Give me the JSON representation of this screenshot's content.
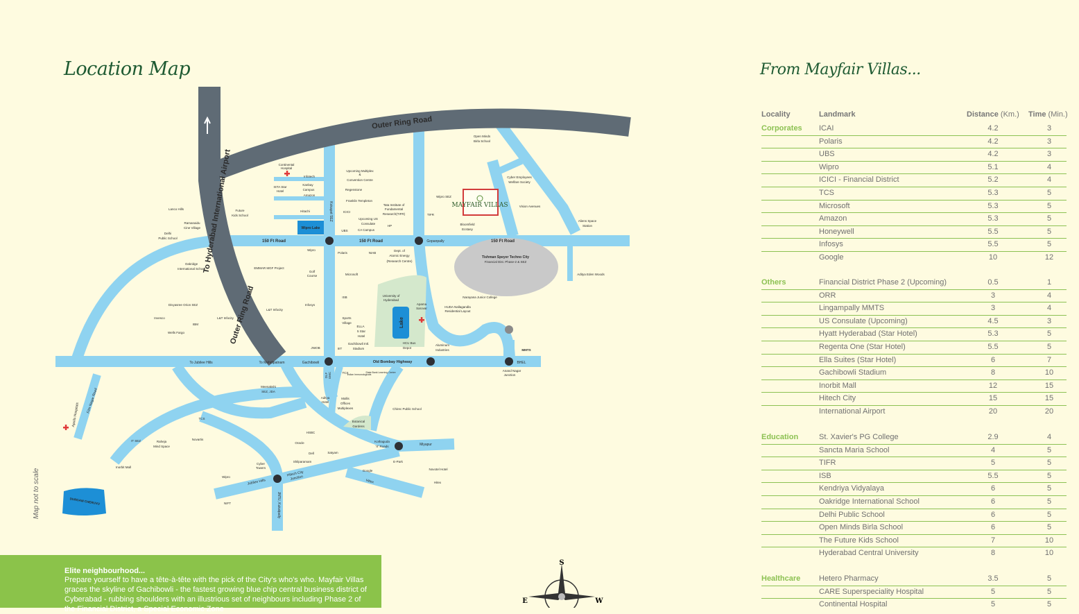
{
  "header": {
    "location_title": "Location Map",
    "distance_title": "From Mayfair Villas..."
  },
  "map": {
    "scale_note": "Map not to scale",
    "project_logo": "MAYFAIR VILLAS",
    "colors": {
      "road": "#8fd3f0",
      "ring_road": "#5f6b75",
      "junction": "#2d3035",
      "lake": "#1d8fd6",
      "hospital": "#e03a3a",
      "project_border": "#d23b3b"
    },
    "labels": [
      "Outer Ring Road",
      "To Hyderabad International Airport",
      "Outer Ring Road",
      "150 Ft Road",
      "150 Ft Road",
      "150 Ft Road",
      "Gopanpally",
      "Kokapet SEZ",
      "Old Bombay Highway",
      "To Jubilee Hills",
      "To Mehdipatnam",
      "Gachibowli",
      "BHEL",
      "Anand Nagar",
      "Junction",
      "Film Nagar Road",
      "Apollo Hospitals",
      "Jubilee Hills",
      "Hitech City",
      "Junction",
      "JNTU, Kukatpally",
      "Hitex",
      "Miyapur",
      "Kothaguda",
      "'X' Roads",
      "DURGAM CHERUVU",
      "Wipro Lake",
      "Lake",
      "Continental",
      "Hospital",
      "Infotech",
      "Kanbay",
      "Campus",
      "ISTA Star",
      "Hotel",
      "Amazon",
      "Hitachi",
      "Lanco Hills",
      "Future",
      "Kids School",
      "Ramanaidu",
      "Cine Village",
      "Delhi",
      "Public School",
      "Upcoming Multiplex",
      "&",
      "Convention Centre",
      "Regenstone",
      "Franklin Templeton",
      "ICICI",
      "Tata Institute of",
      "Fundamental",
      "Research(TIFR)",
      "Upcoming US",
      "Consulate",
      "UBS",
      "CA Campus",
      "HP",
      "Open Minds",
      "Birla School",
      "Cyber Employees",
      "Welfare Society",
      "Wipro SEZ",
      "Vision Avenues",
      "TIFR",
      "Bloomfield",
      "Ecstasy",
      "Aliens Space",
      "Station",
      "Wipro",
      "Polaris",
      "NIAB",
      "Dept. of",
      "Atomic Energy",
      "(Research Centre)",
      "Tishman Speyer Techno City",
      "Financial Dist. Phase-2 & SEZ",
      "Aditya Eden Woods",
      "Oakridge",
      "International School",
      "EMMAR MGF Project",
      "Golf",
      "Course",
      "Microsoft",
      "University of",
      "Hyderabad",
      "ISB",
      "Narayana Junior College",
      "Apama",
      "Sarovar",
      "HUDA Nallagandla",
      "Residential Layout",
      "Divyasree Orion SEZ",
      "Infosys",
      "L&T Infocity",
      "L&T Infocity",
      "Invesco",
      "IBM",
      "Wells Fargo",
      "Sports",
      "Village",
      "ELLA",
      "5 Star",
      "Hotel",
      "Gachibowli Intl.",
      "Stadium",
      "IIIT",
      "JNIOB",
      "HCU Bus",
      "Depot",
      "Aluminum",
      "Industries",
      "MMTS",
      "TCS",
      "Indian Immunologicals",
      "State Bank Learning Centre",
      "DLF",
      "GMC",
      "Meenakshi",
      "SEZ, JDA",
      "Aditya",
      "Hotel",
      "Mallis",
      "Offices",
      "Multiplexes",
      "Chirec Public School",
      "Botanical",
      "Gardens",
      "TCS",
      "IT SEZ",
      "Raheja",
      "Mind Space",
      "Novartis",
      "HSBC",
      "Oracle",
      "Dell",
      "Satyam",
      "Shilparamam",
      "E-Park",
      "Novotel Hotel",
      "Cyber",
      "Towers",
      "Google",
      "Hitex",
      "Wipro",
      "NIFT",
      "Inorbit Mall"
    ],
    "compass": {
      "s": "S",
      "e": "E",
      "w": "W"
    }
  },
  "table": {
    "headers": {
      "locality": "Locality",
      "landmark": "Landmark",
      "distance": "Distance",
      "distance_unit": "(Km.)",
      "time": "Time",
      "time_unit": "(Min.)"
    },
    "accent_color": "#8cc152",
    "sections": [
      {
        "category": "Corporates",
        "rows": [
          [
            "ICAI",
            "4.2",
            "3"
          ],
          [
            "Polaris",
            "4.2",
            "3"
          ],
          [
            "UBS",
            "4.2",
            "3"
          ],
          [
            "Wipro",
            "5.1",
            "4"
          ],
          [
            "ICICI - Financial District",
            "5.2",
            "4"
          ],
          [
            "TCS",
            "5.3",
            "5"
          ],
          [
            "Microsoft",
            "5.3",
            "5"
          ],
          [
            "Amazon",
            "5.3",
            "5"
          ],
          [
            "Honeywell",
            "5.5",
            "5"
          ],
          [
            "Infosys",
            "5.5",
            "5"
          ],
          [
            "Google",
            "10",
            "12"
          ]
        ]
      },
      {
        "category": "Others",
        "rows": [
          [
            "Financial District Phase 2  (Upcoming)",
            "0.5",
            "1"
          ],
          [
            "ORR",
            "3",
            "4"
          ],
          [
            "Lingampally MMTS",
            "3",
            "4"
          ],
          [
            "US Consulate (Upcoming)",
            "4.5",
            "3"
          ],
          [
            "Hyatt Hyderabad (Star Hotel)",
            "5.3",
            "5"
          ],
          [
            "Regenta One (Star Hotel)",
            "5.5",
            "5"
          ],
          [
            "Ella Suites (Star Hotel)",
            "6",
            "7"
          ],
          [
            "Gachibowli Stadium",
            "8",
            "10"
          ],
          [
            "Inorbit Mall",
            "12",
            "15"
          ],
          [
            "Hitech City",
            "15",
            "15"
          ],
          [
            "International Airport",
            "20",
            "20"
          ]
        ]
      },
      {
        "category": "Education",
        "rows": [
          [
            "St. Xavier's PG College",
            "2.9",
            "4"
          ],
          [
            "Sancta Maria School",
            "4",
            "5"
          ],
          [
            "TIFR",
            "5",
            "5"
          ],
          [
            "ISB",
            "5.5",
            "5"
          ],
          [
            "Kendriya Vidyalaya",
            "6",
            "5"
          ],
          [
            "Oakridge International School",
            "6",
            "5"
          ],
          [
            "Delhi Public School",
            "6",
            "5"
          ],
          [
            "Open Minds Birla School",
            "6",
            "5"
          ],
          [
            "The Future Kids School",
            "7",
            "10"
          ],
          [
            "Hyderabad Central University",
            "8",
            "10"
          ]
        ]
      },
      {
        "category": "Healthcare",
        "rows": [
          [
            "Hetero Pharmacy",
            "3.5",
            "5"
          ],
          [
            "CARE Superspeciality Hospital",
            "5",
            "5"
          ],
          [
            "Continental Hospital",
            "5",
            "5"
          ]
        ]
      }
    ]
  },
  "about": {
    "heading": "Elite neighbourhood...",
    "body": "Prepare yourself to have a tête-à-tête with the pick of the City's who's who. Mayfair Villas graces the skyline of Gachibowli - the fastest growing blue chip central business district of Cyberabad - rubbing shoulders with an illustrious set of neighbours including Phase 2 of the Financial District, a Special Economic Zone"
  }
}
